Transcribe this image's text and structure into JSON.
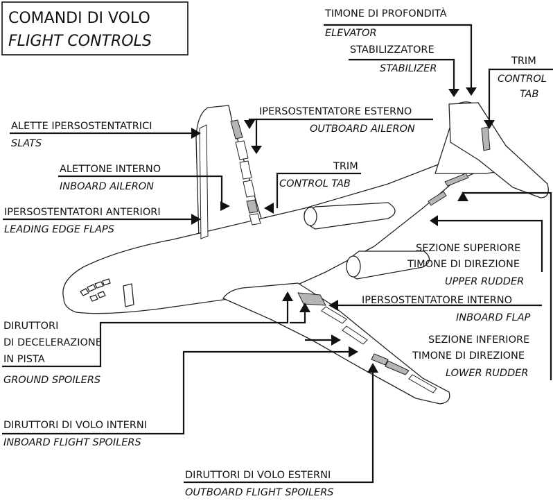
{
  "title": {
    "it": "COMANDI DI VOLO",
    "en": "FLIGHT CONTROLS"
  },
  "labels": {
    "elevator": {
      "it": "TIMONE DI PROFONDITÀ",
      "en": "ELEVATOR"
    },
    "stabilizer": {
      "it": "STABILIZZATORE",
      "en": "STABILIZER"
    },
    "trim_tail": {
      "it": "TRIM",
      "en_1": "CONTROL",
      "en_2": "TAB"
    },
    "slats": {
      "it": "ALETTE IPERSOSTENTATRICI",
      "en": "SLATS"
    },
    "outboard_aileron": {
      "it": "IPERSOSTENTATORE ESTERNO",
      "en": "OUTBOARD AILERON"
    },
    "inboard_aileron": {
      "it": "ALETTONE INTERNO",
      "en": "INBOARD AILERON"
    },
    "trim_wing": {
      "it": "TRIM",
      "en": "CONTROL TAB"
    },
    "leading_edge_flaps": {
      "it": "IPERSOSTENTATORI ANTERIORI",
      "en": "LEADING EDGE FLAPS"
    },
    "upper_rudder": {
      "it_1": "SEZIONE SUPERIORE",
      "it_2": "TIMONE DI DIREZIONE",
      "en": "UPPER RUDDER"
    },
    "inboard_flap": {
      "it": "IPERSOSTENTATORE INTERNO",
      "en": "INBOARD FLAP"
    },
    "ground_spoilers": {
      "it_1": "DIRUTTORI",
      "it_2": "DI DECELERAZIONE",
      "it_3": "IN PISTA",
      "en": "GROUND SPOILERS"
    },
    "lower_rudder": {
      "it_1": "SEZIONE INFERIORE",
      "it_2": "TIMONE DI DIREZIONE",
      "en": "LOWER RUDDER"
    },
    "inboard_flight_spoilers": {
      "it": "DIRUTTORI DI VOLO INTERNI",
      "en": "INBOARD FLIGHT SPOILERS"
    },
    "outboard_flight_spoilers": {
      "it": "DIRUTTORI DI VOLO ESTERNI",
      "en": "OUTBOARD FLIGHT SPOILERS"
    }
  }
}
